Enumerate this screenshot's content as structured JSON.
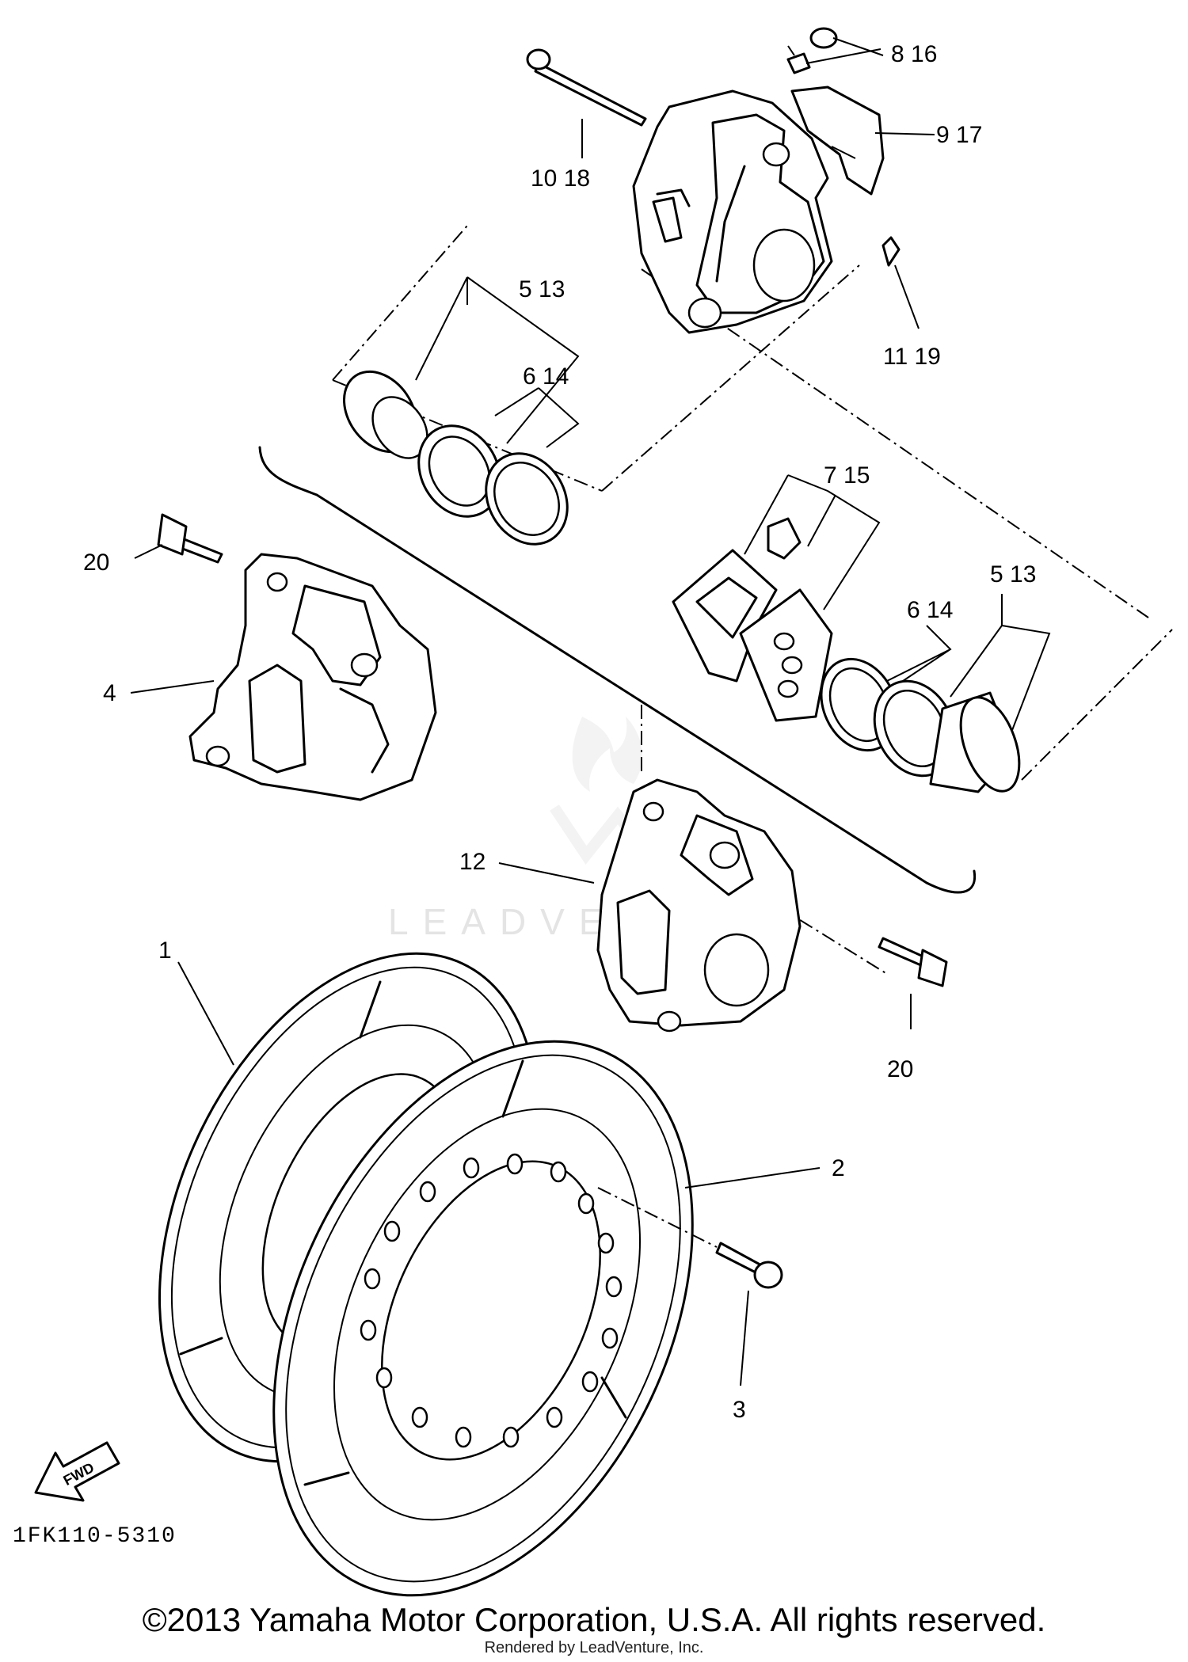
{
  "diagram": {
    "code": "1FK110-5310",
    "fwd_label": "FWD",
    "watermark": "LEADVENTURE",
    "labels": {
      "p8_16": "8  16",
      "p9_17": "9  17",
      "p10_18": "10  18",
      "p11_19": "11  19",
      "p5_13_a": "5  13",
      "p6_14_a": "6  14",
      "p7_15": "7  15",
      "p5_13_b": "5  13",
      "p6_14_b": "6  14",
      "p20_a": "20",
      "p4": "4",
      "p12": "12",
      "p20_b": "20",
      "p1": "1",
      "p2": "2",
      "p3": "3"
    }
  },
  "footer": {
    "copyright": "©2013 Yamaha Motor Corporation, U.S.A. All rights reserved.",
    "rendered": "Rendered by LeadVenture, Inc."
  },
  "colors": {
    "ink": "#000000",
    "background": "#ffffff",
    "watermark": "#e4e4e4"
  }
}
